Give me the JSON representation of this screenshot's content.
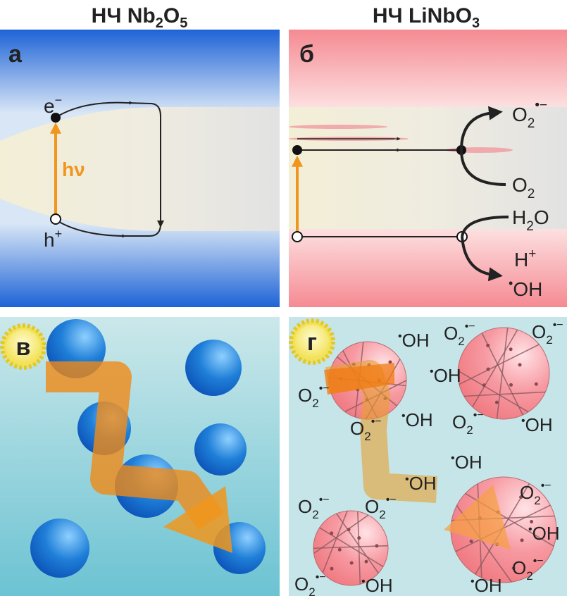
{
  "titles": {
    "left": {
      "prefix": "НЧ Nb",
      "sub1": "2",
      "mid": "O",
      "sub2": "5"
    },
    "right": {
      "prefix": "НЧ LiNbO",
      "sub1": "3"
    }
  },
  "panels": {
    "a": {
      "letter": "а",
      "electron": "e",
      "electron_sup": "−",
      "hole": "h",
      "hole_sup": "+",
      "photon": "hν"
    },
    "b": {
      "letter": "б",
      "o2_radical": {
        "base": "O",
        "sub": "2",
        "sup": "•−"
      },
      "o2": {
        "base": "O",
        "sub": "2"
      },
      "h2o": {
        "base": "H",
        "sub": "2",
        "rest": "O"
      },
      "h_plus": {
        "base": "H",
        "sup": "+"
      },
      "oh": {
        "dot": "•",
        "base": "OH"
      }
    },
    "c": {
      "letter": "в"
    },
    "d": {
      "letter": "г",
      "labels": [
        "OH",
        "O2",
        "O2",
        "OH",
        "O2",
        "O2",
        "OH",
        "O2",
        "OH",
        "OH",
        "OH",
        "O2",
        "O2",
        "O2",
        "OH",
        "O2",
        "O2",
        "OH",
        "OH"
      ]
    }
  },
  "species": {
    "o2_radical": {
      "base": "O",
      "sub": "2",
      "sup": "•−"
    },
    "oh_radical": {
      "dot": "•",
      "base": "OH"
    }
  },
  "colors": {
    "blue": "#1e63d6",
    "pink": "#f58a92",
    "teal": "#bfe3e6",
    "orange": "#f08a16",
    "cream": "#f3eed6"
  }
}
